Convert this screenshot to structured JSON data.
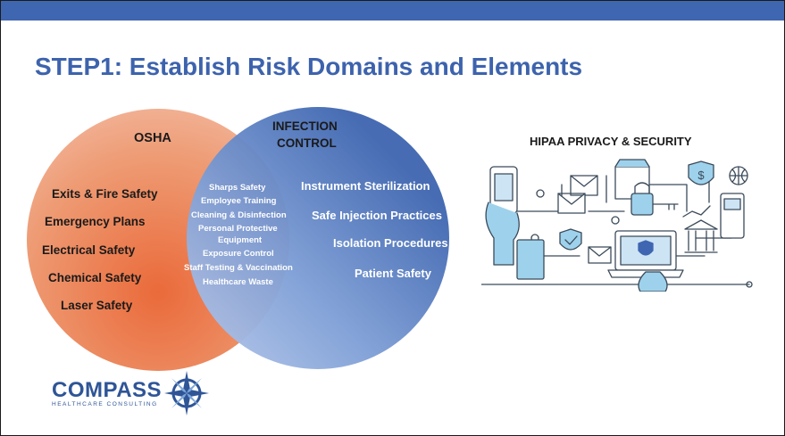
{
  "slide": {
    "title": "STEP1: Establish Risk Domains and Elements"
  },
  "osha": {
    "heading": "OSHA",
    "items": [
      "Exits & Fire Safety",
      "Emergency Plans",
      "Electrical Safety",
      "Chemical Safety",
      "Laser Safety"
    ]
  },
  "infection_control": {
    "heading_line1": "INFECTION",
    "heading_line2": "CONTROL",
    "items": [
      "Instrument Sterilization",
      "Safe Injection Practices",
      "Isolation Procedures",
      "Patient Safety"
    ]
  },
  "overlap": {
    "items": [
      "Sharps Safety",
      "Employee Training",
      "Cleaning & Disinfection",
      "Personal Protective",
      "Equipment",
      "Exposure Control",
      "Staff Testing & Vaccination",
      "Healthcare Waste"
    ]
  },
  "hipaa": {
    "heading": "HIPAA PRIVACY & SECURITY"
  },
  "logo": {
    "name": "COMPASS",
    "tagline": "HEALTHCARE CONSULTING"
  },
  "colors": {
    "accent_blue": "#3f66b0",
    "osha_orange": "#e6845c",
    "infection_blue": "#5578be"
  }
}
